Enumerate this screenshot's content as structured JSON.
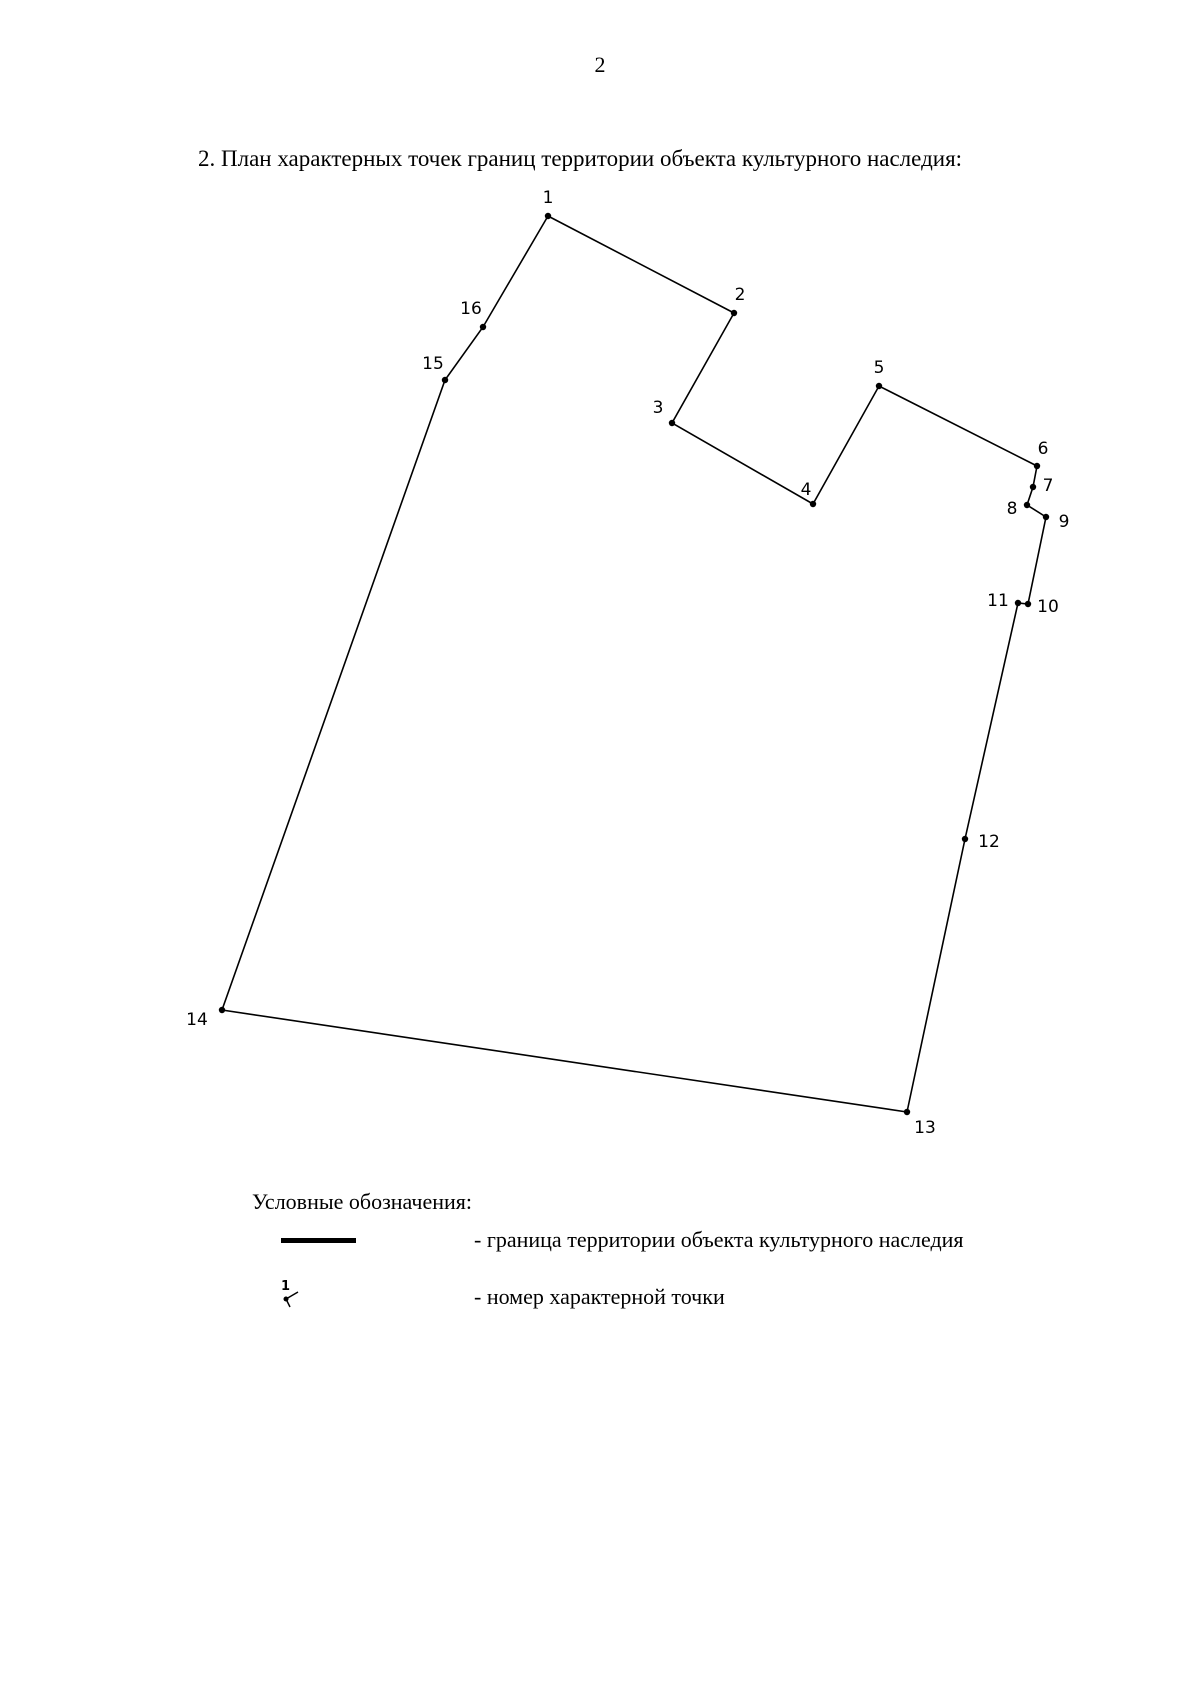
{
  "page_number": "2",
  "heading": "2.  План характерных точек границ территории объекта культурного наследия:",
  "plan": {
    "points": [
      {
        "label": "1"
      },
      {
        "label": "2"
      },
      {
        "label": "3"
      },
      {
        "label": "4"
      },
      {
        "label": "5"
      },
      {
        "label": "6"
      },
      {
        "label": "7"
      },
      {
        "label": "8"
      },
      {
        "label": "9"
      },
      {
        "label": "10"
      },
      {
        "label": "11"
      },
      {
        "label": "12"
      },
      {
        "label": "13"
      },
      {
        "label": "14"
      },
      {
        "label": "15"
      },
      {
        "label": "16"
      }
    ],
    "boundary_color": "#000000"
  },
  "legend": {
    "title": "Условные обозначения:",
    "boundary_text": "- граница территории объекта культурного наследия",
    "point_sample_number": "1",
    "point_text": "- номер характерной точки"
  }
}
